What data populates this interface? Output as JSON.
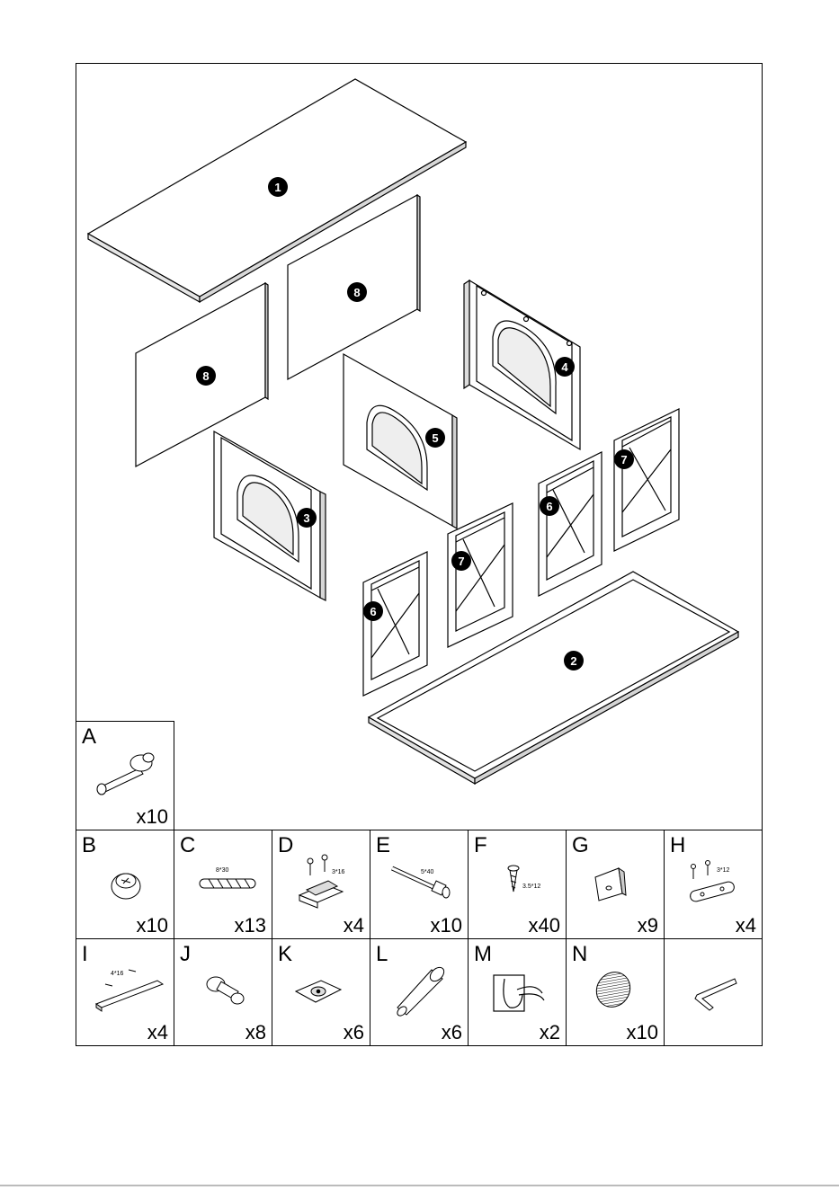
{
  "parts": [
    {
      "id": "1"
    },
    {
      "id": "2"
    },
    {
      "id": "3"
    },
    {
      "id": "4"
    },
    {
      "id": "5"
    },
    {
      "id": "6"
    },
    {
      "id": "7"
    },
    {
      "id": "8"
    }
  ],
  "hardware": [
    {
      "letter": "A",
      "qty": "x10",
      "dim": "",
      "icon": "cam-bolt-icon"
    },
    {
      "letter": "B",
      "qty": "x10",
      "dim": "",
      "icon": "cam-lock-icon"
    },
    {
      "letter": "C",
      "qty": "x13",
      "dim": "8*30",
      "icon": "wooden-dowel-icon"
    },
    {
      "letter": "D",
      "qty": "x4",
      "dim": "3*16",
      "icon": "magnetic-catch-icon"
    },
    {
      "letter": "E",
      "qty": "x10",
      "dim": "5*40",
      "icon": "bolt-icon"
    },
    {
      "letter": "F",
      "qty": "x40",
      "dim": "3.5*12",
      "icon": "screw-icon"
    },
    {
      "letter": "G",
      "qty": "x9",
      "dim": "",
      "icon": "corner-bracket-icon"
    },
    {
      "letter": "H",
      "qty": "x4",
      "dim": "3*12",
      "icon": "connecting-plate-icon"
    },
    {
      "letter": "I",
      "qty": "x4",
      "dim": "4*16",
      "icon": "rail-bracket-icon"
    },
    {
      "letter": "J",
      "qty": "x8",
      "dim": "",
      "icon": "knob-icon"
    },
    {
      "letter": "K",
      "qty": "x6",
      "dim": "",
      "icon": "mounting-plate-icon"
    },
    {
      "letter": "L",
      "qty": "x6",
      "dim": "",
      "icon": "furniture-leg-icon"
    },
    {
      "letter": "M",
      "qty": "x2",
      "dim": "",
      "icon": "double-hook-icon"
    },
    {
      "letter": "N",
      "qty": "x10",
      "dim": "",
      "icon": "felt-pad-icon"
    },
    {
      "letter": "",
      "qty": "",
      "dim": "",
      "icon": "allen-key-icon"
    }
  ]
}
